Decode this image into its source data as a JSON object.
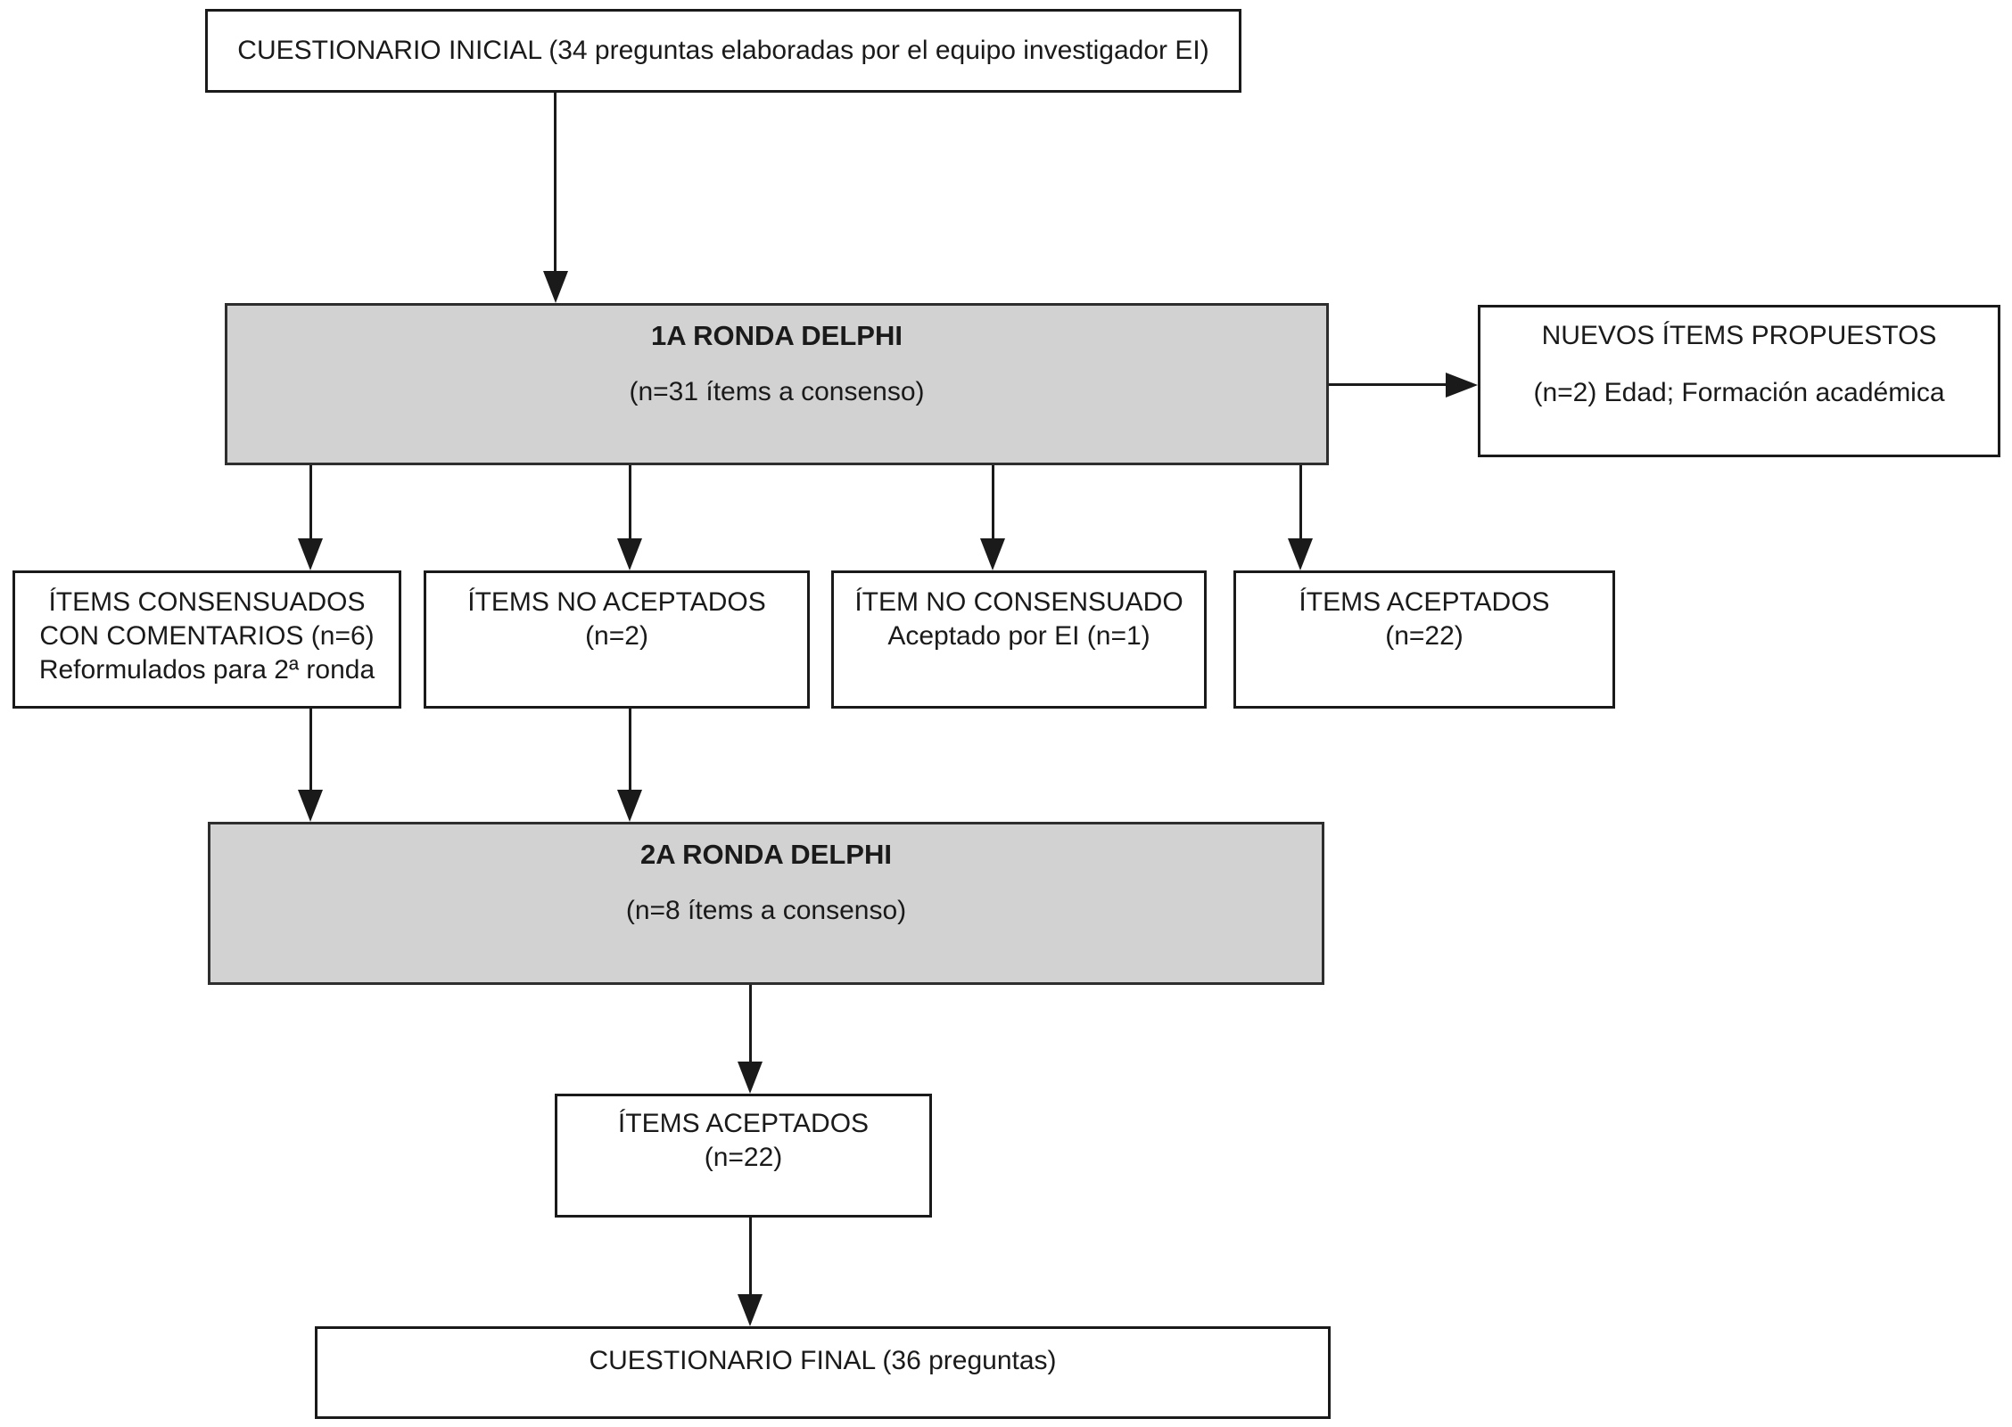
{
  "colors": {
    "background": "#ffffff",
    "line": "#1a1a1a",
    "gray_fill": "#d2d2d2",
    "gray_border": "#2e2e2e"
  },
  "nodes": {
    "initial": {
      "text": "CUESTIONARIO INICIAL (34 preguntas elaboradas por el equipo investigador EI)"
    },
    "round1": {
      "title": "1A RONDA DELPHI",
      "subtitle": "(n=31 ítems a consenso)"
    },
    "new_items": {
      "line1": "NUEVOS ÍTEMS PROPUESTOS",
      "line2": "(n=2) Edad; Formación académica"
    },
    "consensuados": {
      "line1": "ÍTEMS CONSENSUADOS",
      "line2": "CON COMENTARIOS (n=6)",
      "line3": "Reformulados para 2ª ronda"
    },
    "no_aceptados": {
      "line1": "ÍTEMS NO ACEPTADOS",
      "line2": "(n=2)"
    },
    "no_consensuado": {
      "line1": "ÍTEM NO CONSENSUADO",
      "line2": "Aceptado por EI (n=1)"
    },
    "aceptados_r1": {
      "line1": "ÍTEMS ACEPTADOS",
      "line2": "(n=22)"
    },
    "round2": {
      "title": "2A RONDA DELPHI",
      "subtitle": "(n=8 ítems a consenso)"
    },
    "aceptados_r2": {
      "line1": "ÍTEMS ACEPTADOS",
      "line2": "(n=22)"
    },
    "final": {
      "text": "CUESTIONARIO FINAL (36 preguntas)"
    }
  }
}
